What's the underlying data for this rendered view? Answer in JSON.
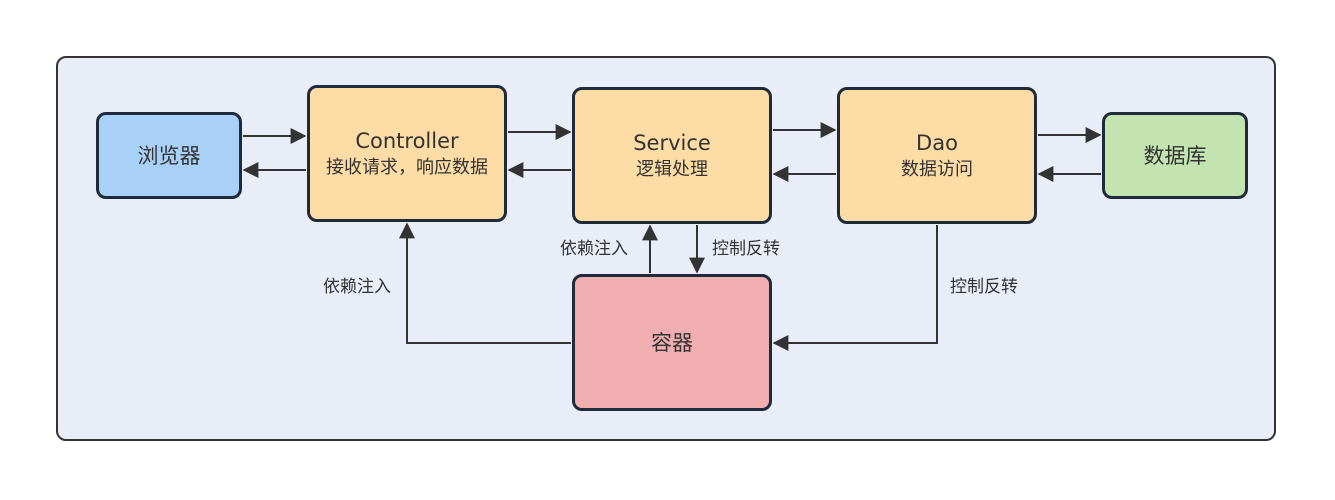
{
  "colors": {
    "frame_bg": "#e8edf7",
    "frame_border": "#333333",
    "browser": "#a9d1f7",
    "layer": "#fddca6",
    "database": "#c3e3b0",
    "container": "#f0aeb0",
    "edge": "#333333"
  },
  "nodes": {
    "browser": {
      "title": "浏览器"
    },
    "controller": {
      "title": "Controller",
      "subtitle": "接收请求，响应数据"
    },
    "service": {
      "title": "Service",
      "subtitle": "逻辑处理"
    },
    "dao": {
      "title": "Dao",
      "subtitle": "数据访问"
    },
    "database": {
      "title": "数据库"
    },
    "container": {
      "title": "容器"
    }
  },
  "edge_labels": {
    "service_di": "依赖注入",
    "service_ioc": "控制反转",
    "controller_di": "依赖注入",
    "dao_ioc": "控制反转"
  }
}
